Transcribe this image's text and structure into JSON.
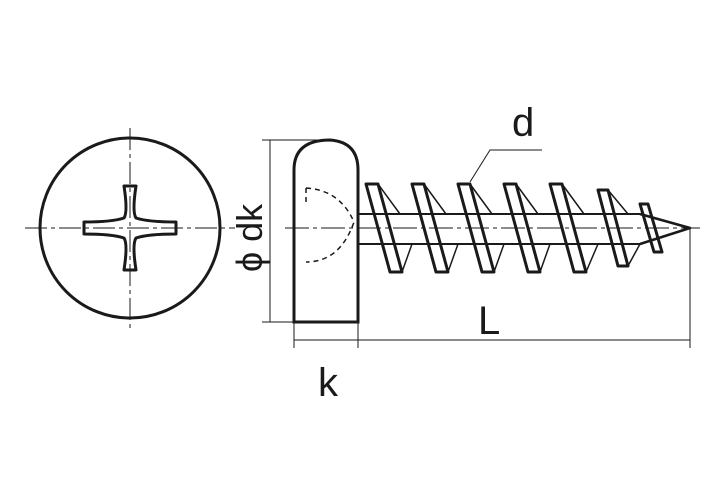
{
  "labels": {
    "thread_diameter": "d",
    "head_diameter": "ϕ dk",
    "length": "L",
    "head_height": "k"
  },
  "colors": {
    "stroke": "#1a1a1a",
    "background": "#ffffff"
  }
}
